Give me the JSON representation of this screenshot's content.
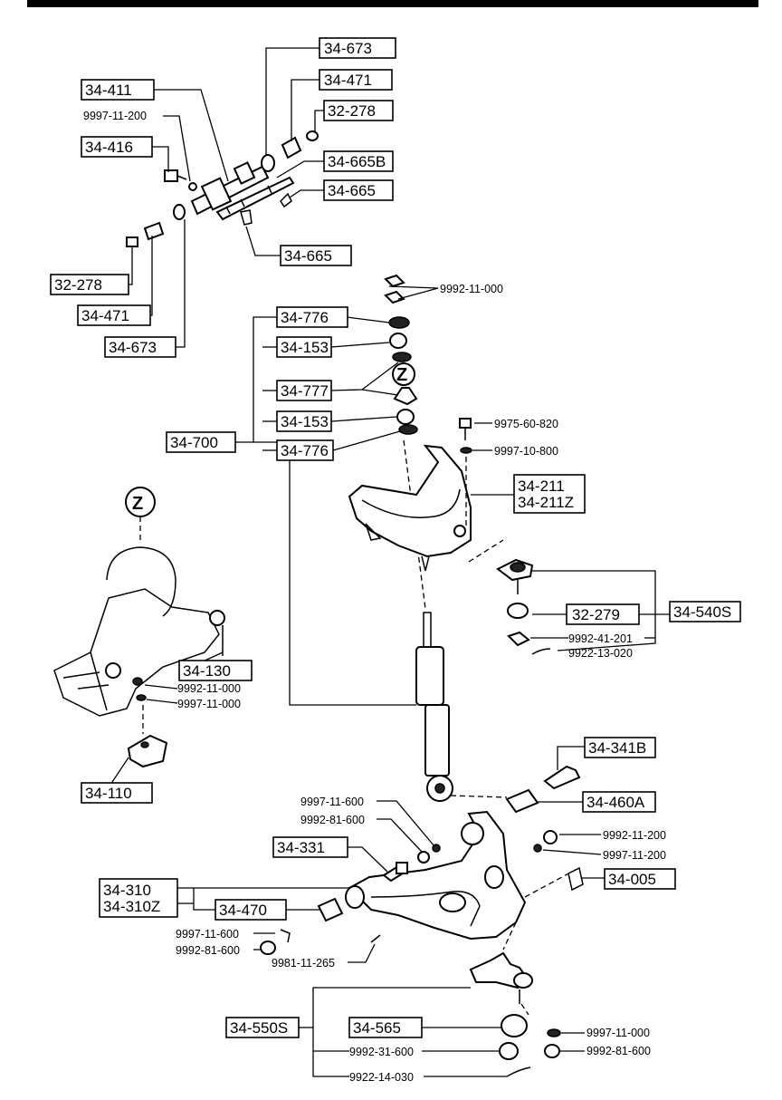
{
  "labels": {
    "p34_673_top": "34-673",
    "p34_471_top": "34-471",
    "p32_278_top": "32-278",
    "p34_665B": "34-665B",
    "p34_665_right": "34-665",
    "p34_411": "34-411",
    "p9997_11_200_top": "9997-11-200",
    "p34_416": "34-416",
    "p34_665_mid": "34-665",
    "p32_278_left": "32-278",
    "p34_471_left": "34-471",
    "p34_673_left": "34-673",
    "p9992_11_000_top": "9992-11-000",
    "p34_776_a": "34-776",
    "p34_153_a": "34-153",
    "p34_777": "34-777",
    "p34_153_b": "34-153",
    "p34_776_b": "34-776",
    "p34_700": "34-700",
    "p9975_60_820": "9975-60-820",
    "p9997_10_800": "9997-10-800",
    "p34_211": "34-211",
    "p34_211Z": "34-211Z",
    "p32_279": "32-279",
    "p34_540S": "34-540S",
    "p9992_41_201": "9992-41-201",
    "p9922_13_020": "9922-13-020",
    "p34_130": "34-130",
    "p9992_11_000_mid": "9992-11-000",
    "p9997_11_000_mid": "9997-11-000",
    "p34_110": "34-110",
    "p34_341B": "34-341B",
    "p34_460A": "34-460A",
    "p9997_11_600_a": "9997-11-600",
    "p9992_81_600_a": "9992-81-600",
    "p34_331": "34-331",
    "p9992_11_200": "9992-11-200",
    "p9997_11_200_b": "9997-11-200",
    "p34_310": "34-310",
    "p34_310Z": "34-310Z",
    "p34_470": "34-470",
    "p34_005": "34-005",
    "p9997_11_600_b": "9997-11-600",
    "p9992_81_600_b": "9992-81-600",
    "p9981_11_265": "9981-11-265",
    "p34_550S": "34-550S",
    "p34_565": "34-565",
    "p9992_31_600": "9992-31-600",
    "p9922_14_030": "9922-14-030",
    "p9997_11_000_bot": "9997-11-000",
    "p9992_81_600_bot": "9992-81-600",
    "detail_z_top": "Z",
    "detail_z_left": "Z"
  }
}
